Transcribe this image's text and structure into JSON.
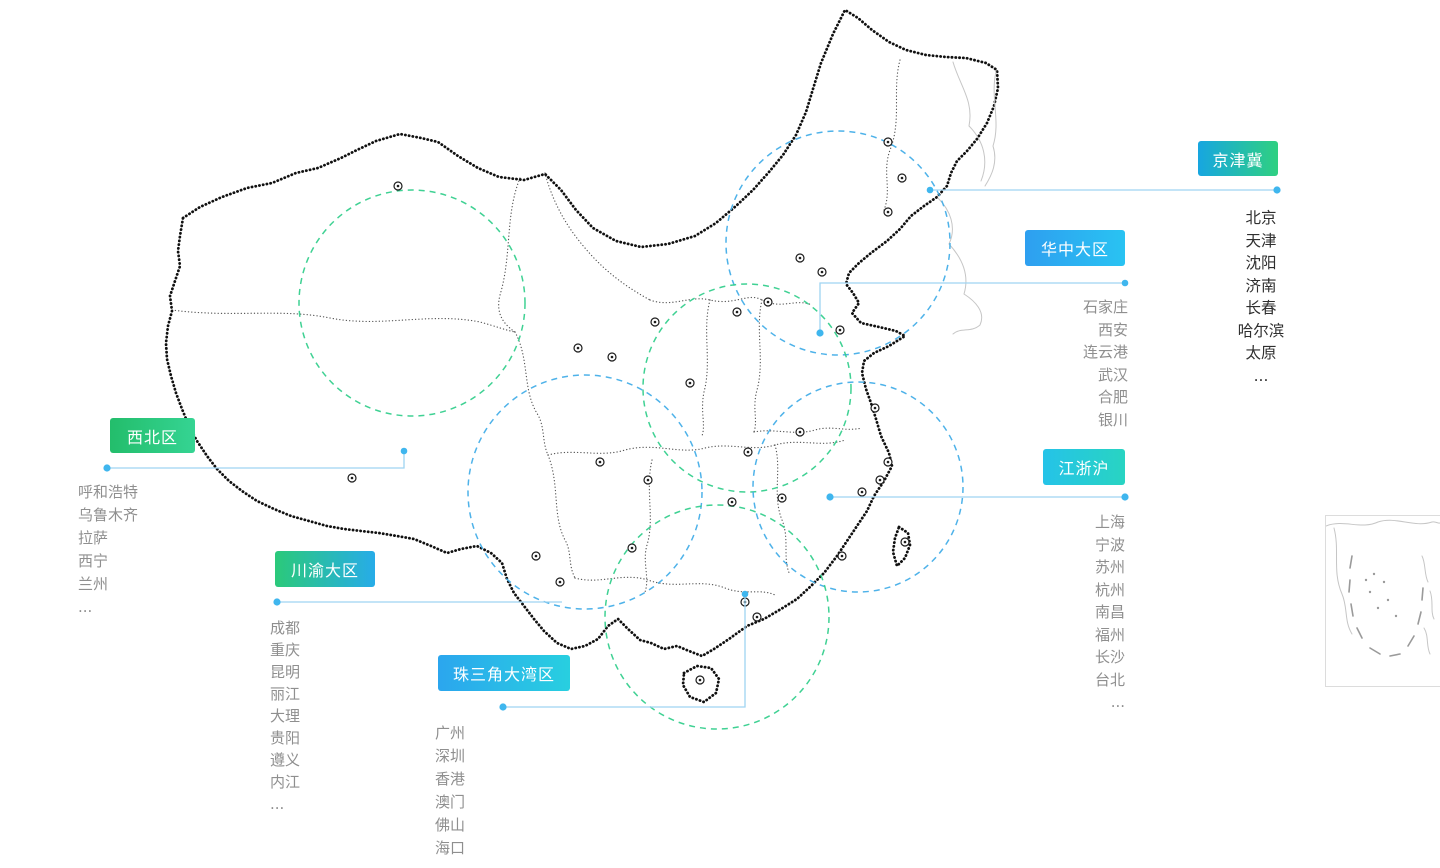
{
  "page": {
    "background": "#ffffff"
  },
  "colors": {
    "leader_line": "#9fd4f2",
    "leader_dot": "#3fb6ee",
    "circle_blue": "#45aee8",
    "circle_green": "#35cf8d",
    "map_ink": "#111111",
    "city_dark": "#2f2f2f",
    "city_gray": "#8f8f8f"
  },
  "regions": [
    {
      "name": "jingjinji",
      "label": "京津冀",
      "gradient": [
        "#17a6e0",
        "#2fd081"
      ],
      "cities": [
        "北京",
        "天津",
        "沈阳",
        "济南",
        "长春",
        "哈尔滨",
        "太原",
        "..."
      ]
    },
    {
      "name": "huazhong",
      "label": "华中大区",
      "gradient": [
        "#2e9ff0",
        "#29c3f2"
      ],
      "cities": [
        "石家庄",
        "西安",
        "连云港",
        "武汉",
        "合肥",
        "银川"
      ]
    },
    {
      "name": "xibei",
      "label": "西北区",
      "gradient": [
        "#23bd6b",
        "#35d493"
      ],
      "cities": [
        "呼和浩特",
        "乌鲁木齐",
        "拉萨",
        "西宁",
        "兰州",
        "..."
      ]
    },
    {
      "name": "jiangzhehu",
      "label": "江浙沪",
      "gradient": [
        "#25c3e8",
        "#28d4c2"
      ],
      "cities": [
        "上海",
        "宁波",
        "苏州",
        "杭州",
        "南昌",
        "福州",
        "长沙",
        "台北",
        "..."
      ]
    },
    {
      "name": "chuanyu",
      "label": "川渝大区",
      "gradient": [
        "#2bc97a",
        "#27ace8"
      ],
      "cities": [
        "成都",
        "重庆",
        "昆明",
        "丽江",
        "大理",
        "贵阳",
        "遵义",
        "内江",
        "..."
      ]
    },
    {
      "name": "zhusanjiao",
      "label": "珠三角大湾区",
      "gradient": [
        "#2ba6ee",
        "#28cfe0"
      ],
      "cities": [
        "广州",
        "深圳",
        "香港",
        "澳门",
        "佛山",
        "海口",
        "..."
      ]
    }
  ]
}
